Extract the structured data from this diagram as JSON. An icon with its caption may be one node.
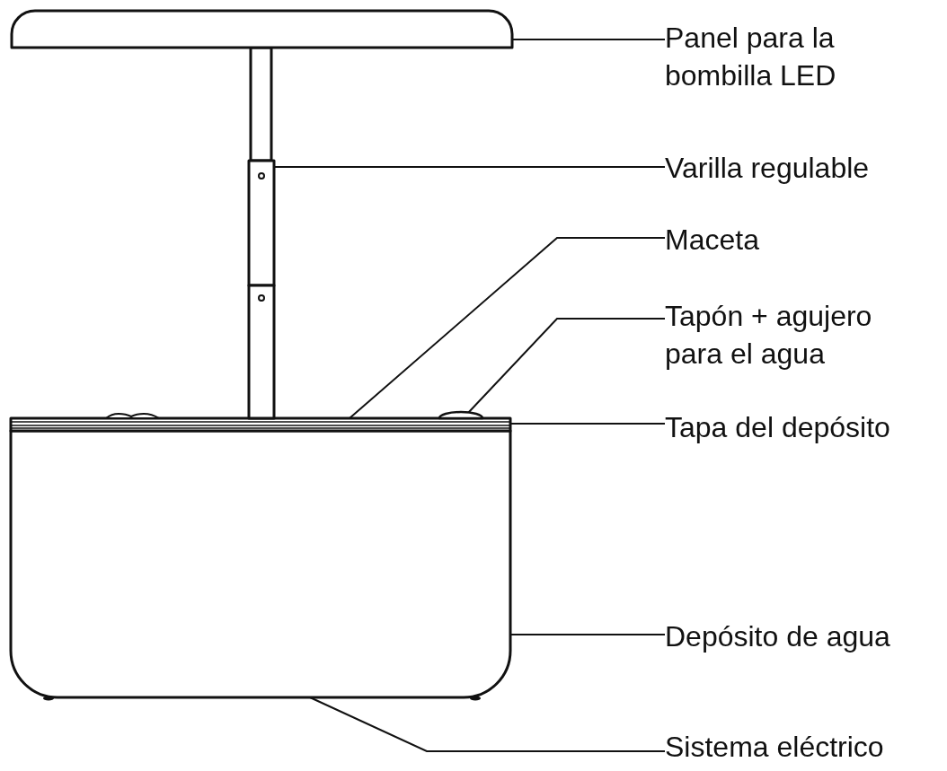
{
  "diagram": {
    "nodes": [
      {
        "text": [],
        "shape": "bar"
      },
      {
        "text": [],
        "shape": "bar"
      },
      {
        "text": [],
        "shape": "circle"
      },
      {
        "text": [],
        "shape": "bar"
      },
      {
        "text": [],
        "shape": "box"
      },
      {
        "text": [
          "Panel para la bombilla LED"
        ]
      },
      {
        "text": [
          "Varilla regulable"
        ]
      },
      {
        "text": [
          "Maceta"
        ]
      },
      {
        "text": [
          "Tapón + agujero para el agua"
        ]
      },
      {
        "text": [
          "Tapa del depósito"
        ]
      },
      {
        "text": [
          "Depósito de agua"
        ]
      },
      {
        "text": [
          "Sistema eléctrico"
        ]
      }
    ],
    "edges": [
      {
        "from": 5,
        "to": 0,
        "arrow": "none"
      },
      {
        "from": 6,
        "to": 1,
        "arrow": "none"
      },
      {
        "from": 7,
        "to": 3,
        "arrow": "none"
      },
      {
        "from": 8,
        "to": 2,
        "arrow": "none"
      },
      {
        "from": 9,
        "to": 3,
        "arrow": "none"
      },
      {
        "from": 10,
        "to": 4,
        "arrow": "none"
      },
      {
        "from": 11,
        "to": 4,
        "arrow": "none"
      }
    ]
  }
}
